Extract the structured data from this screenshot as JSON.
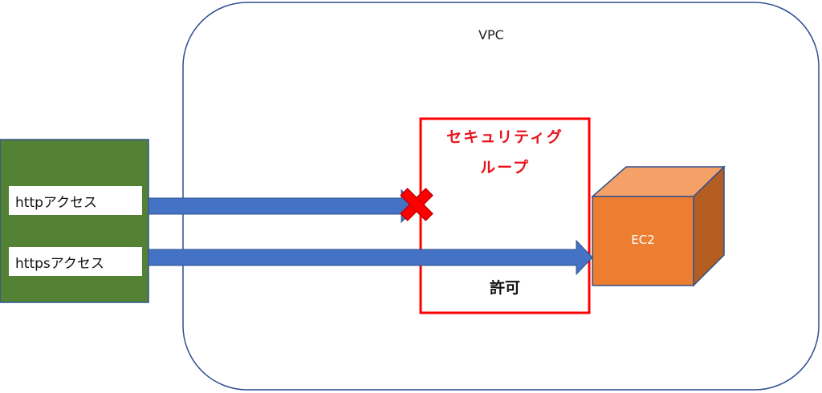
{
  "vpc": {
    "label": "VPC"
  },
  "security_group": {
    "title_line1": "セキュリティグ",
    "title_line2": "ループ",
    "allow_label": "許可"
  },
  "sources": [
    {
      "label": "httpアクセス",
      "result": "blocked"
    },
    {
      "label": "httpsアクセス",
      "result": "allowed"
    }
  ],
  "ec2": {
    "label": "EC2"
  },
  "colors": {
    "vpc_border": "#2f4f8f",
    "client_box": "#548235",
    "arrow": "#4472c4",
    "security_group": "#ff0000",
    "ec2_front": "#ed7d31",
    "ec2_top": "#f4a066",
    "ec2_side": "#b55e22",
    "block_mark": "#ff0000"
  }
}
